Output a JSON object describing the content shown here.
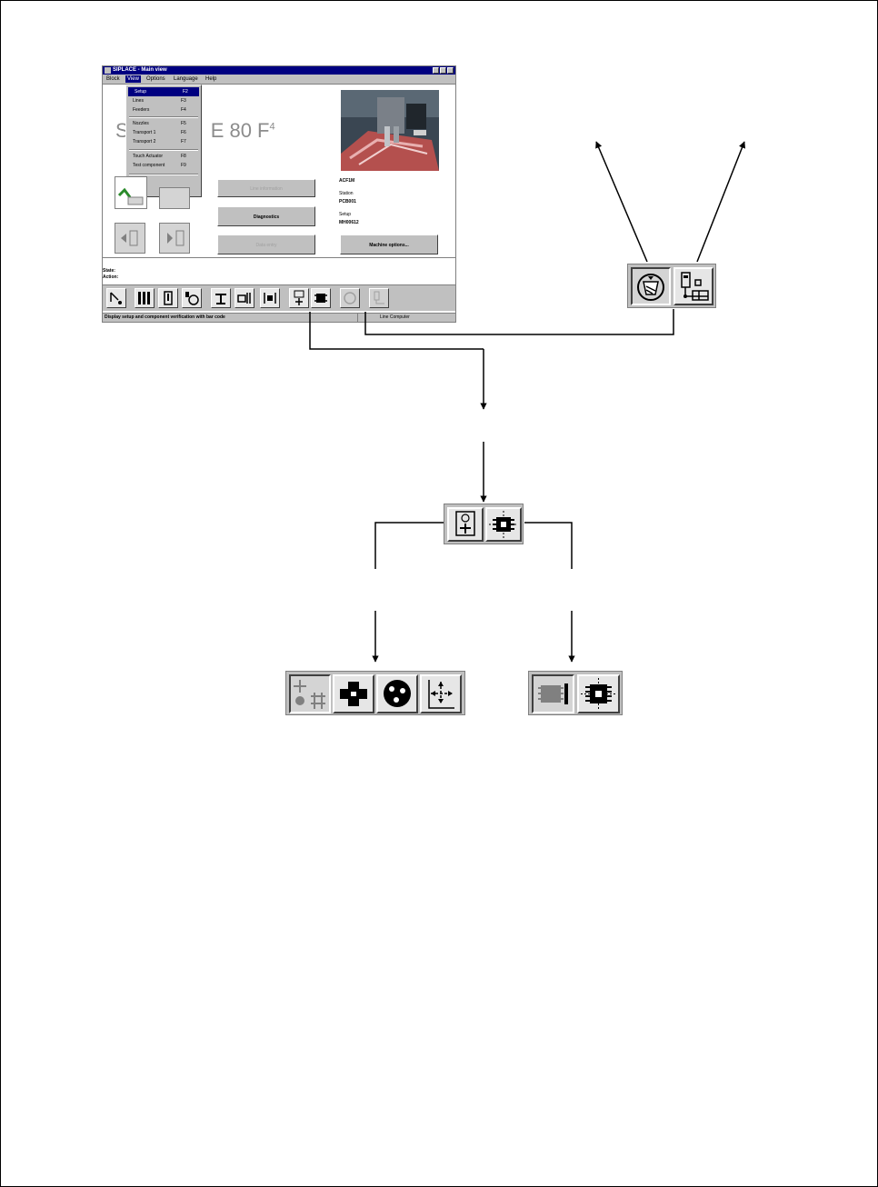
{
  "window": {
    "title": "SIPLACE - Main view",
    "menu": [
      "Block",
      "View",
      "Options",
      "Language",
      "Help"
    ],
    "active_menu": "View",
    "dropdown": [
      {
        "label": "Setup",
        "key": "F2"
      },
      {
        "label": "Lines",
        "key": "F3"
      },
      {
        "label": "Feeders",
        "key": "F4"
      },
      {
        "label": "Nozzles",
        "key": "F5"
      },
      {
        "label": "Transport 1",
        "key": "F6"
      },
      {
        "label": "Transport 2",
        "key": "F7"
      },
      {
        "label": "Touch Actuator",
        "key": "F8"
      },
      {
        "label": "Test component",
        "key": "F9"
      }
    ],
    "machine_title_prefix": "S",
    "machine_title_suffix": "E 80 F",
    "machine_title_sup": "4",
    "buttons": {
      "line_information": "Line information",
      "diagnostics": "Diagnostics",
      "data_entry": "Data entry",
      "machine_options": "Machine options..."
    },
    "info": {
      "station_id": "ACF1M",
      "station_label": "Station",
      "station_value": "PCB001",
      "setup_label": "Setup",
      "setup_value": "MH00612"
    },
    "state_label": "State:",
    "action_label": "Action:",
    "statusbar_text": "Display setup and component verification with bar code",
    "statusbar_right": "Line Computer"
  },
  "icons": {
    "top_right": [
      "sensor-calibration-icon",
      "line-computer-icon"
    ],
    "center": [
      "setup-verification-icon",
      "component-verification-icon"
    ],
    "bottom_left": [
      "grid-crosshair-icon",
      "component-cross-icon",
      "component-pie-icon",
      "component-grid-arrows-icon"
    ],
    "bottom_right": [
      "chip-gray-icon",
      "chip-crosshair-icon"
    ]
  },
  "colors": {
    "titlebar": "#000080",
    "face": "#c0c0c0",
    "arrow": "#000000"
  }
}
